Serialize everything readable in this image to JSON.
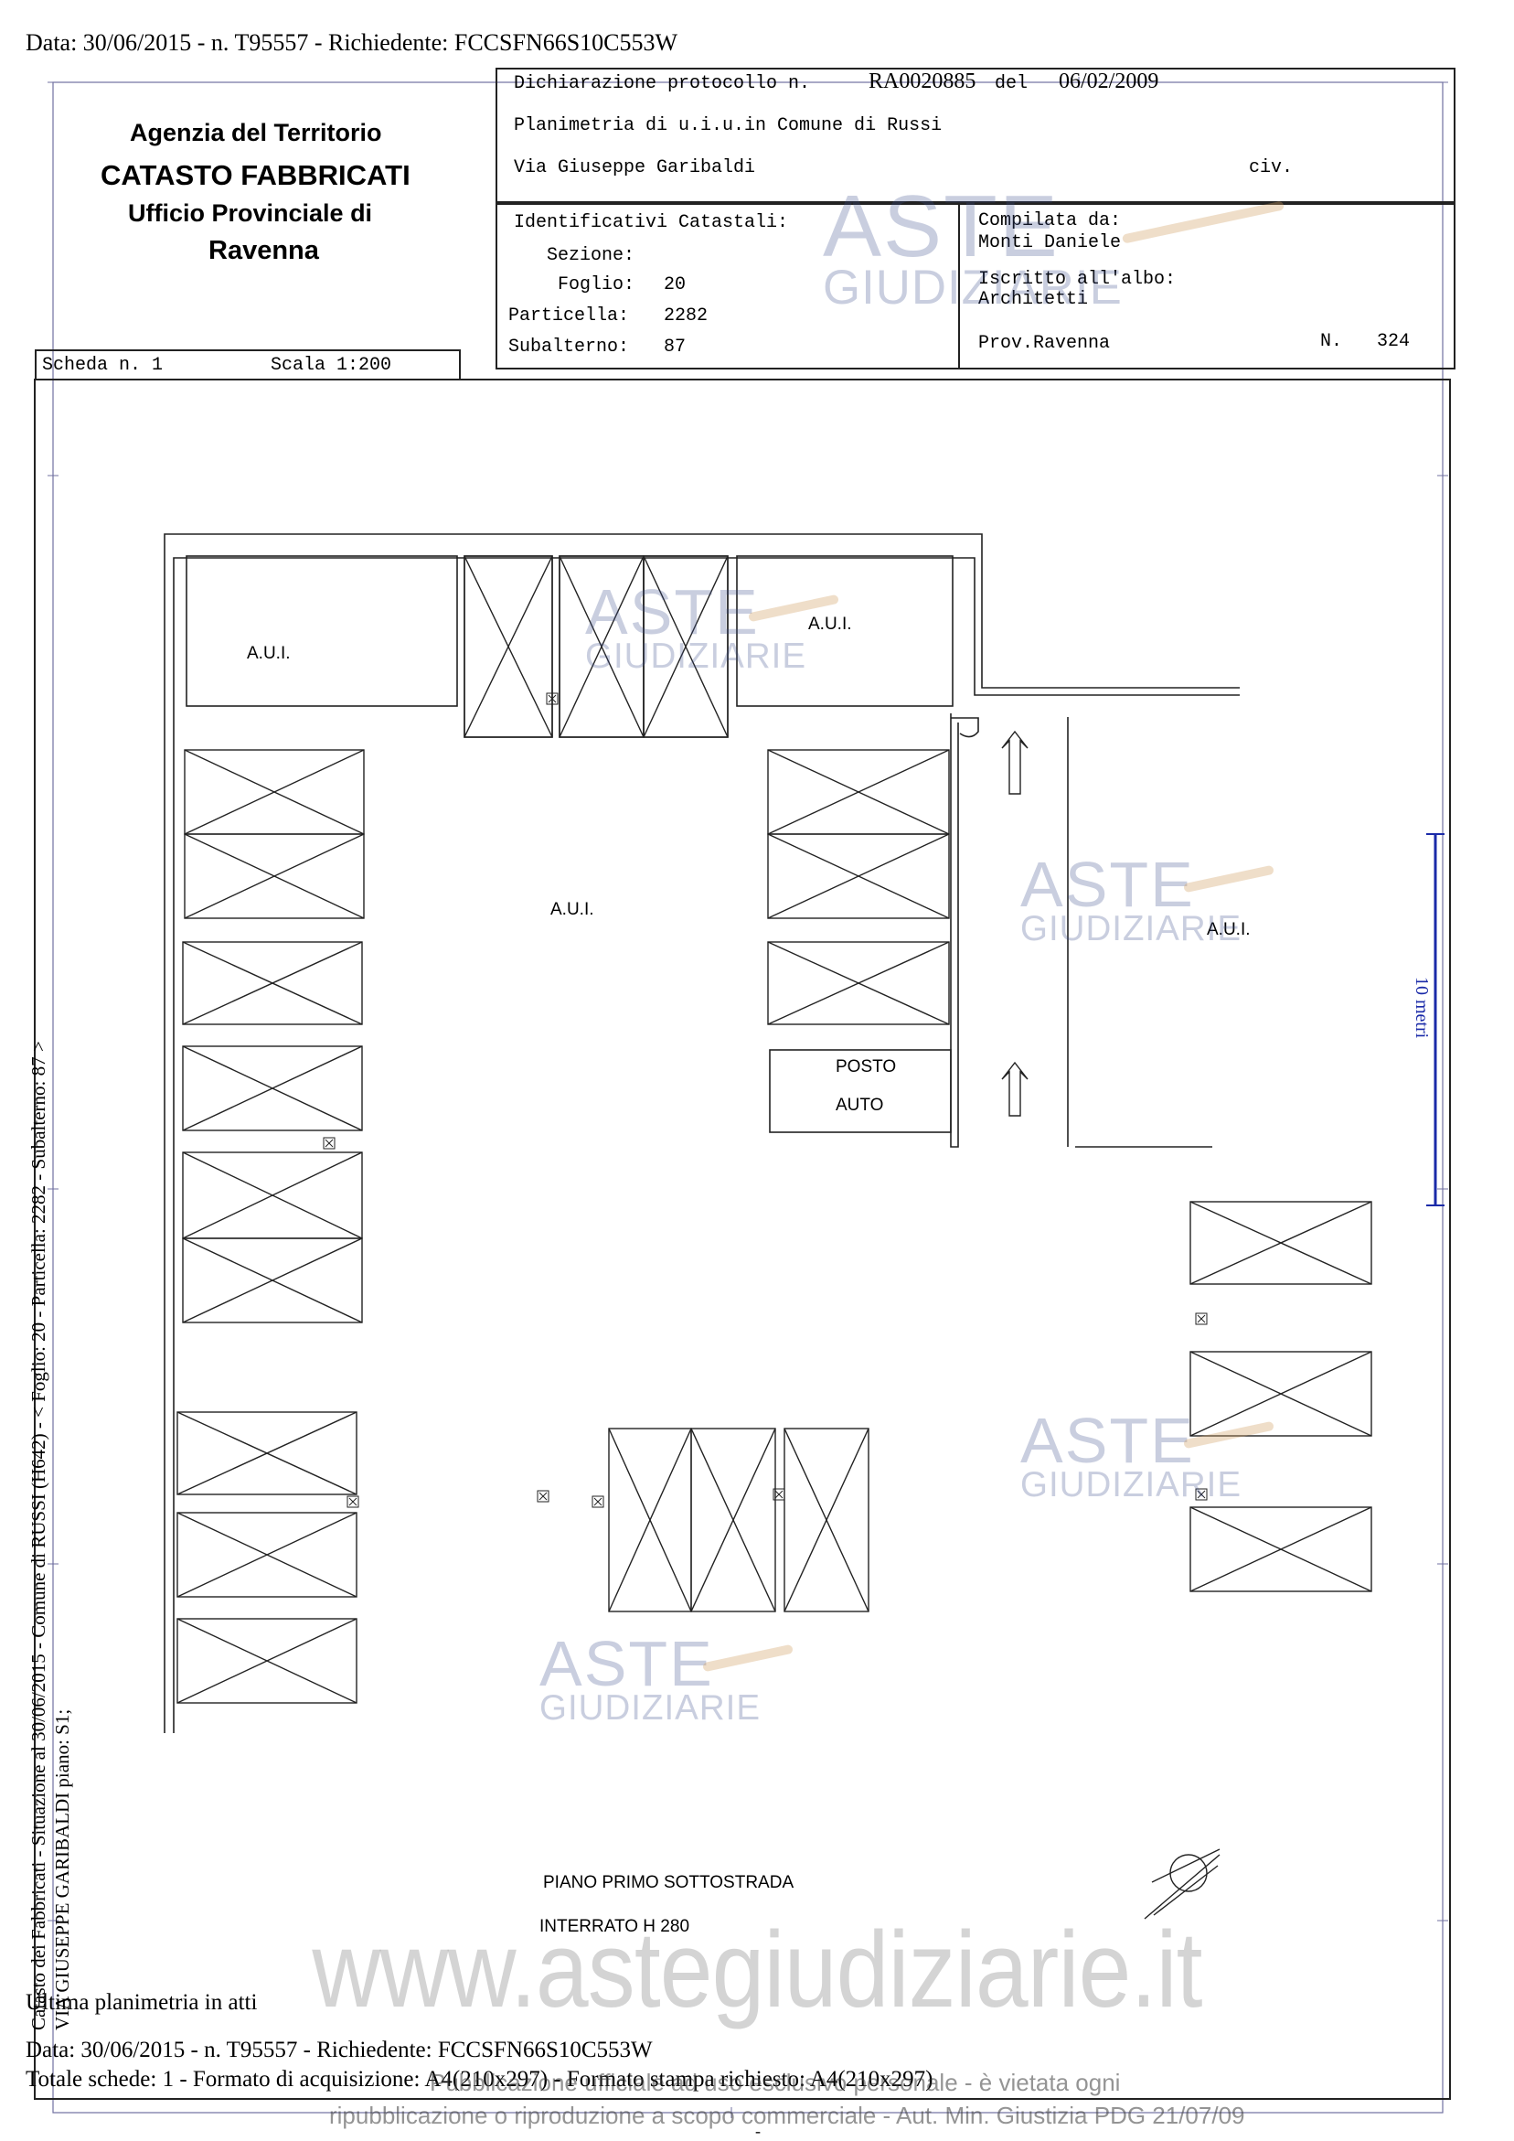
{
  "header": {
    "top_line": "Data: 30/06/2015 - n. T95557 - Richiedente: FCCSFN66S10C553W"
  },
  "office": {
    "line1": "Agenzia del Territorio",
    "line2": "CATASTO FABBRICATI",
    "line3": "Ufficio Provinciale di",
    "line4": "Ravenna"
  },
  "declaration": {
    "protocollo_label": "Dichiarazione protocollo n.",
    "protocollo_number": "RA0020885",
    "del_label": "del",
    "date": "06/02/2009",
    "planimetria": "Planimetria di u.i.u.in Comune di Russi",
    "via": "Via Giuseppe Garibaldi",
    "civ": "civ."
  },
  "identificativi": {
    "title": "Identificativi Catastali:",
    "sezione_label": "Sezione:",
    "foglio_label": "Foglio:",
    "foglio_value": "20",
    "particella_label": "Particella:",
    "particella_value": "2282",
    "subalterno_label": "Subalterno:",
    "subalterno_value": "87"
  },
  "compilata": {
    "label": "Compilata da:",
    "name": "Monti Daniele",
    "iscritto_label": "Iscritto all'albo:",
    "albo": "Architetti",
    "prov": "Prov.Ravenna",
    "n_label": "N.",
    "n_value": "324"
  },
  "scheda": {
    "label": "Scheda n. 1",
    "scala": "Scala 1:200"
  },
  "plan": {
    "aui_labels": [
      "A.U.I.",
      "A.U.I.",
      "A.U.I.",
      "A.U.I."
    ],
    "posto": "POSTO",
    "auto": "AUTO",
    "piano": "PIANO PRIMO SOTTOSTRADA",
    "interrato": "INTERRATO H 280",
    "scale_bar_label": "10 metri"
  },
  "side_text": {
    "line1": "Catasto dei Fabbricati - Situazione al 30/06/2015 - Comune di RUSSI (H642) - < Foglio: 20 - Particella: 2282 - Subalterno: 87 >",
    "line2": "VIA GIUSEPPE GARIBALDI piano: S1;"
  },
  "watermark": {
    "aste": "ASTE",
    "giudiziarie": "GIUDIZIARIE",
    "website": "www.astegiudiziarie.it",
    "pub1": "Pubblicazione ufficiale ad uso esclusivo personale - è vietata ogni",
    "pub2": "ripubblicazione o riproduzione a scopo commerciale - Aut. Min. Giustizia PDG 21/07/09"
  },
  "footer": {
    "ultima": "Ultima planimetria in atti",
    "data_line": "Data: 30/06/2015 - n. T95557 - Richiedente: FCCSFN66S10C553W",
    "totale": "Totale schede: 1 - Formato di acquisizione: A4(210x297) - Formato stampa richiesto: A4(210x297)",
    "dash": "-"
  }
}
